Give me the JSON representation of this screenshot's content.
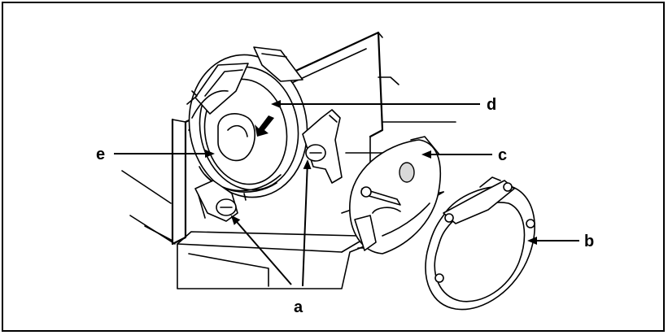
{
  "labels": {
    "a": "a",
    "b": "b",
    "c": "c",
    "d": "d",
    "e": "e"
  },
  "colors": {
    "line": "#000000",
    "background": "#ffffff",
    "shade": "#d9d9d9"
  }
}
